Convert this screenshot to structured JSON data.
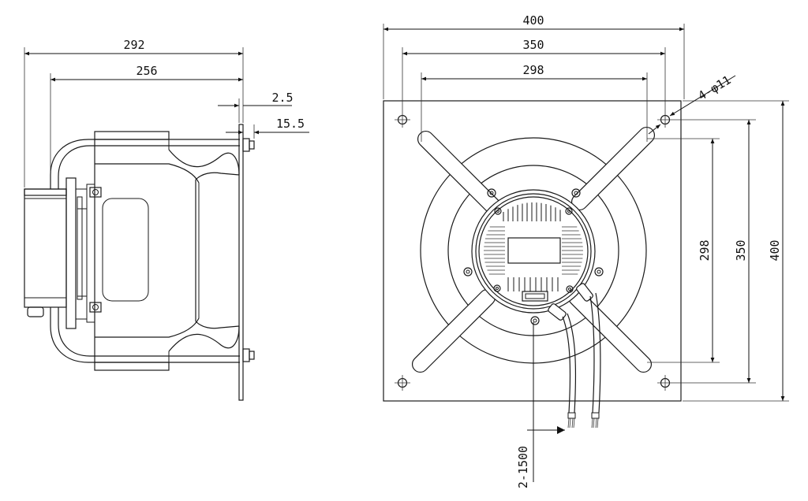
{
  "side_view": {
    "dims": {
      "overall": "292",
      "inner": "256",
      "plate_thk": "2.5",
      "offset": "15.5"
    }
  },
  "front_view": {
    "dims": {
      "width_total": "400",
      "width_holes": "350",
      "width_inner": "298",
      "height_inner": "298",
      "height_holes": "350",
      "height_total": "400",
      "holes": "4-φ11",
      "cables": "2-1500"
    }
  }
}
